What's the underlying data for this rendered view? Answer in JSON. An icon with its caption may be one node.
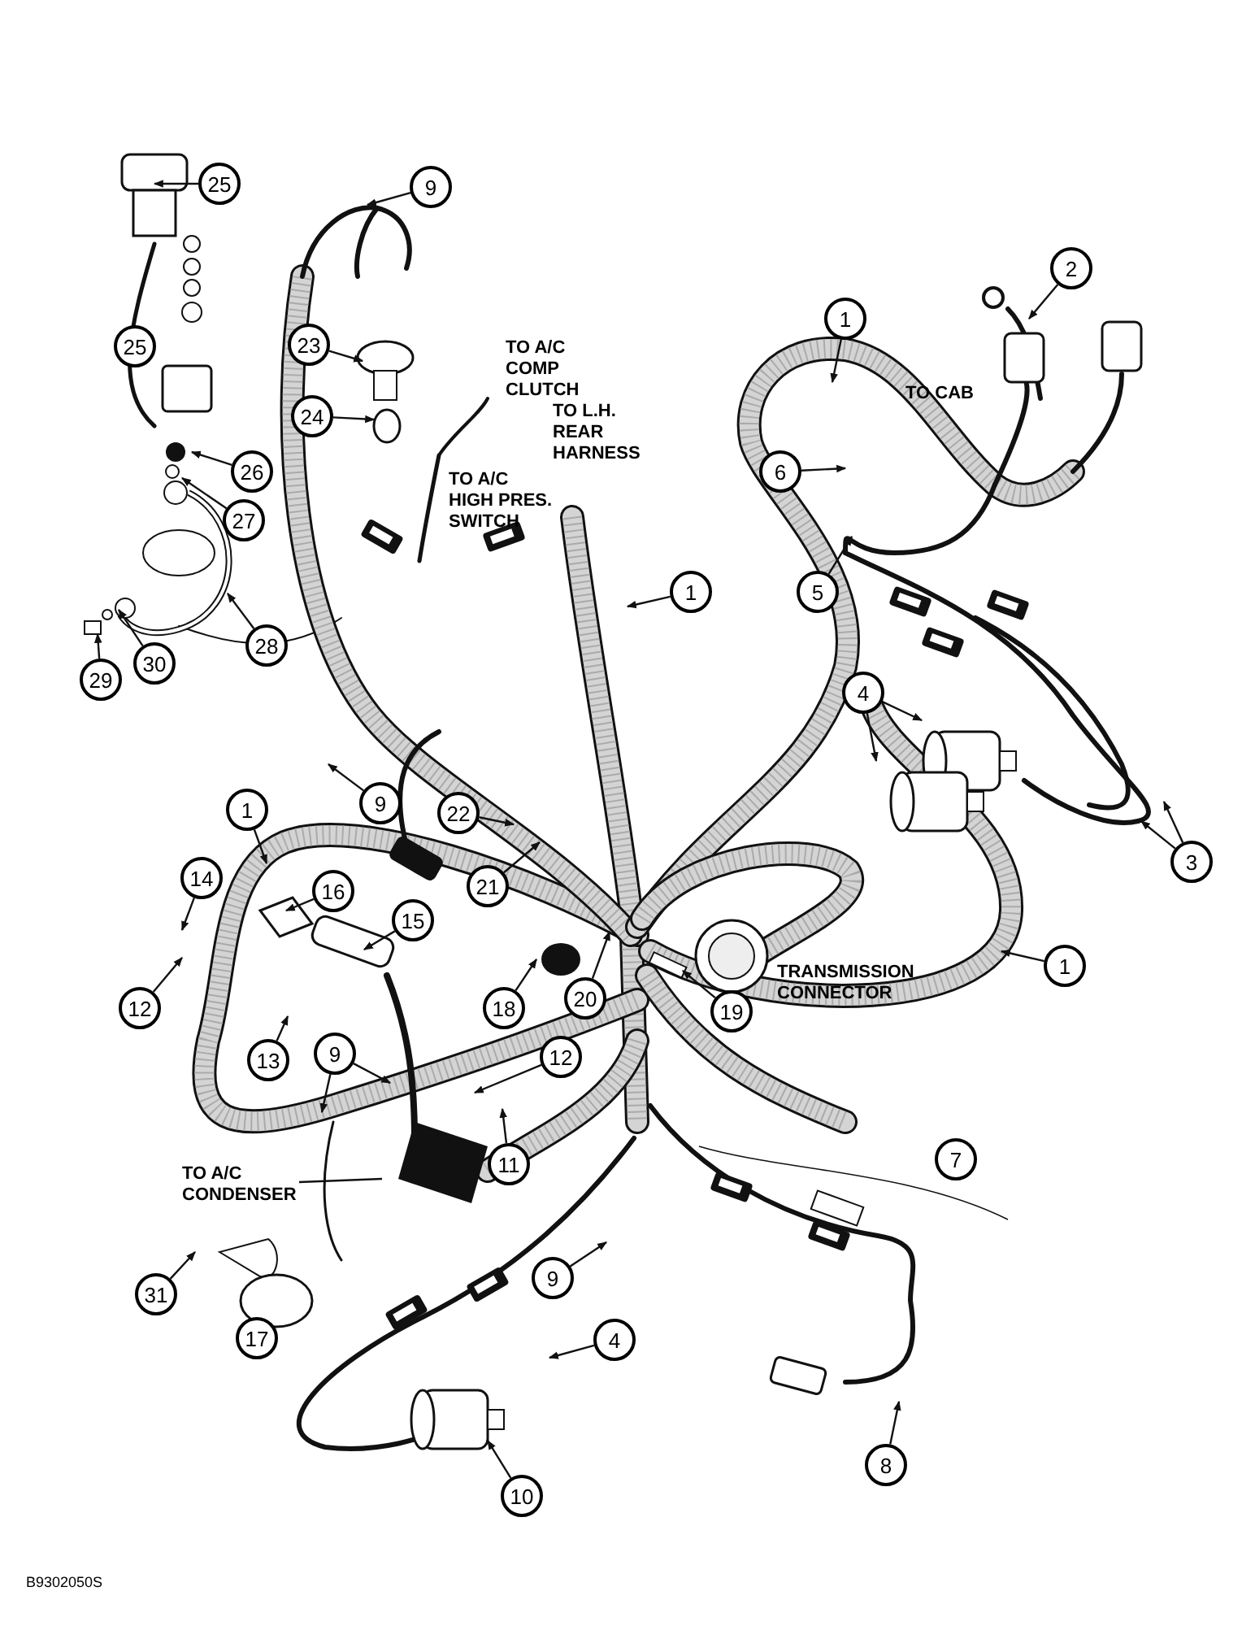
{
  "diagram": {
    "nodes": [
      {
        "text": [
          "9"
        ]
      },
      {
        "text": [
          "25"
        ]
      },
      {
        "text": [
          "2"
        ]
      },
      {
        "text": [
          "1"
        ]
      },
      {
        "text": [
          "23"
        ]
      },
      {
        "text": [
          "25"
        ]
      },
      {
        "text": [
          "24"
        ]
      },
      {
        "text": [
          "26"
        ]
      },
      {
        "text": [
          "6"
        ]
      },
      {
        "text": [
          "27"
        ]
      },
      {
        "text": [
          "5"
        ]
      },
      {
        "text": [
          "1"
        ]
      },
      {
        "text": [
          "28"
        ]
      },
      {
        "text": [
          "30"
        ]
      },
      {
        "text": [
          "29"
        ]
      },
      {
        "text": [
          "4"
        ]
      },
      {
        "text": [
          "9"
        ]
      },
      {
        "text": [
          "22"
        ]
      },
      {
        "text": [
          "1"
        ]
      },
      {
        "text": [
          "3"
        ]
      },
      {
        "text": [
          "21"
        ]
      },
      {
        "text": [
          "14"
        ]
      },
      {
        "text": [
          "16"
        ]
      },
      {
        "text": [
          "15"
        ]
      },
      {
        "text": [
          "1"
        ]
      },
      {
        "text": [
          "18"
        ]
      },
      {
        "text": [
          "20"
        ]
      },
      {
        "text": [
          "12"
        ]
      },
      {
        "text": [
          "19"
        ]
      },
      {
        "text": [
          "9"
        ]
      },
      {
        "text": [
          "13"
        ]
      },
      {
        "text": [
          "12"
        ]
      },
      {
        "text": [
          "11"
        ]
      },
      {
        "text": [
          "7"
        ]
      },
      {
        "text": [
          "TO A/C CONDENSER"
        ]
      },
      {
        "text": [
          "9"
        ]
      },
      {
        "text": [
          "31"
        ]
      },
      {
        "text": [
          "17"
        ]
      },
      {
        "text": [
          "4"
        ]
      },
      {
        "text": [
          "8"
        ]
      },
      {
        "text": [
          "10"
        ]
      }
    ],
    "edges": [
      {
        "from": 0,
        "to": null,
        "arrow": "to"
      },
      {
        "from": 1,
        "to": null,
        "arrow": "to"
      },
      {
        "from": 2,
        "to": null,
        "arrow": "to"
      },
      {
        "from": 3,
        "to": null,
        "arrow": "to"
      },
      {
        "from": 4,
        "to": null,
        "arrow": "to"
      },
      {
        "from": 6,
        "to": null,
        "arrow": "to"
      },
      {
        "from": 7,
        "to": null,
        "arrow": "to"
      },
      {
        "from": 8,
        "to": null,
        "arrow": "to"
      },
      {
        "from": 9,
        "to": null,
        "arrow": "to"
      },
      {
        "from": 10,
        "to": null,
        "arrow": "to"
      },
      {
        "from": 11,
        "to": null,
        "arrow": "to"
      },
      {
        "from": 12,
        "to": null,
        "arrow": "to"
      },
      {
        "from": 13,
        "to": null,
        "arrow": "to"
      },
      {
        "from": 14,
        "to": null,
        "arrow": "to"
      },
      {
        "from": 15,
        "to": null,
        "arrow": "to"
      },
      {
        "from": 15,
        "to": null,
        "arrow": "to"
      },
      {
        "from": 16,
        "to": null,
        "arrow": "to"
      },
      {
        "from": 17,
        "to": null,
        "arrow": "to"
      },
      {
        "from": 18,
        "to": null,
        "arrow": "to"
      },
      {
        "from": 19,
        "to": null,
        "arrow": "to"
      },
      {
        "from": 19,
        "to": null,
        "arrow": "to"
      },
      {
        "from": 20,
        "to": null,
        "arrow": "to"
      },
      {
        "from": 21,
        "to": null,
        "arrow": "to"
      },
      {
        "from": 22,
        "to": null,
        "arrow": "to"
      },
      {
        "from": 23,
        "to": null,
        "arrow": "to"
      },
      {
        "from": 24,
        "to": null,
        "arrow": "to"
      },
      {
        "from": 25,
        "to": null,
        "arrow": "to"
      },
      {
        "from": 26,
        "to": null,
        "arrow": "to"
      },
      {
        "from": 27,
        "to": null,
        "arrow": "to"
      },
      {
        "from": 28,
        "to": null,
        "arrow": "to"
      },
      {
        "from": 29,
        "to": null,
        "arrow": "to"
      },
      {
        "from": 29,
        "to": null,
        "arrow": "to"
      },
      {
        "from": 30,
        "to": null,
        "arrow": "to"
      },
      {
        "from": 31,
        "to": null,
        "arrow": "to"
      },
      {
        "from": 32,
        "to": null,
        "arrow": "to"
      },
      {
        "from": 34,
        "to": null,
        "arrow": "none"
      },
      {
        "from": 35,
        "to": null,
        "arrow": "to"
      },
      {
        "from": 36,
        "to": null,
        "arrow": "to"
      },
      {
        "from": 38,
        "to": null,
        "arrow": "to"
      },
      {
        "from": 39,
        "to": null,
        "arrow": "to"
      },
      {
        "from": 40,
        "to": null,
        "arrow": "to"
      }
    ],
    "labels": [
      "TO A/C COMP CLUTCH",
      "TO L.H. REAR HARNESS",
      "TO A/C HIGH PRES. SWITCH",
      "TO CAB",
      "TRANSMISSION CONNECTOR",
      "B9302050S"
    ]
  }
}
